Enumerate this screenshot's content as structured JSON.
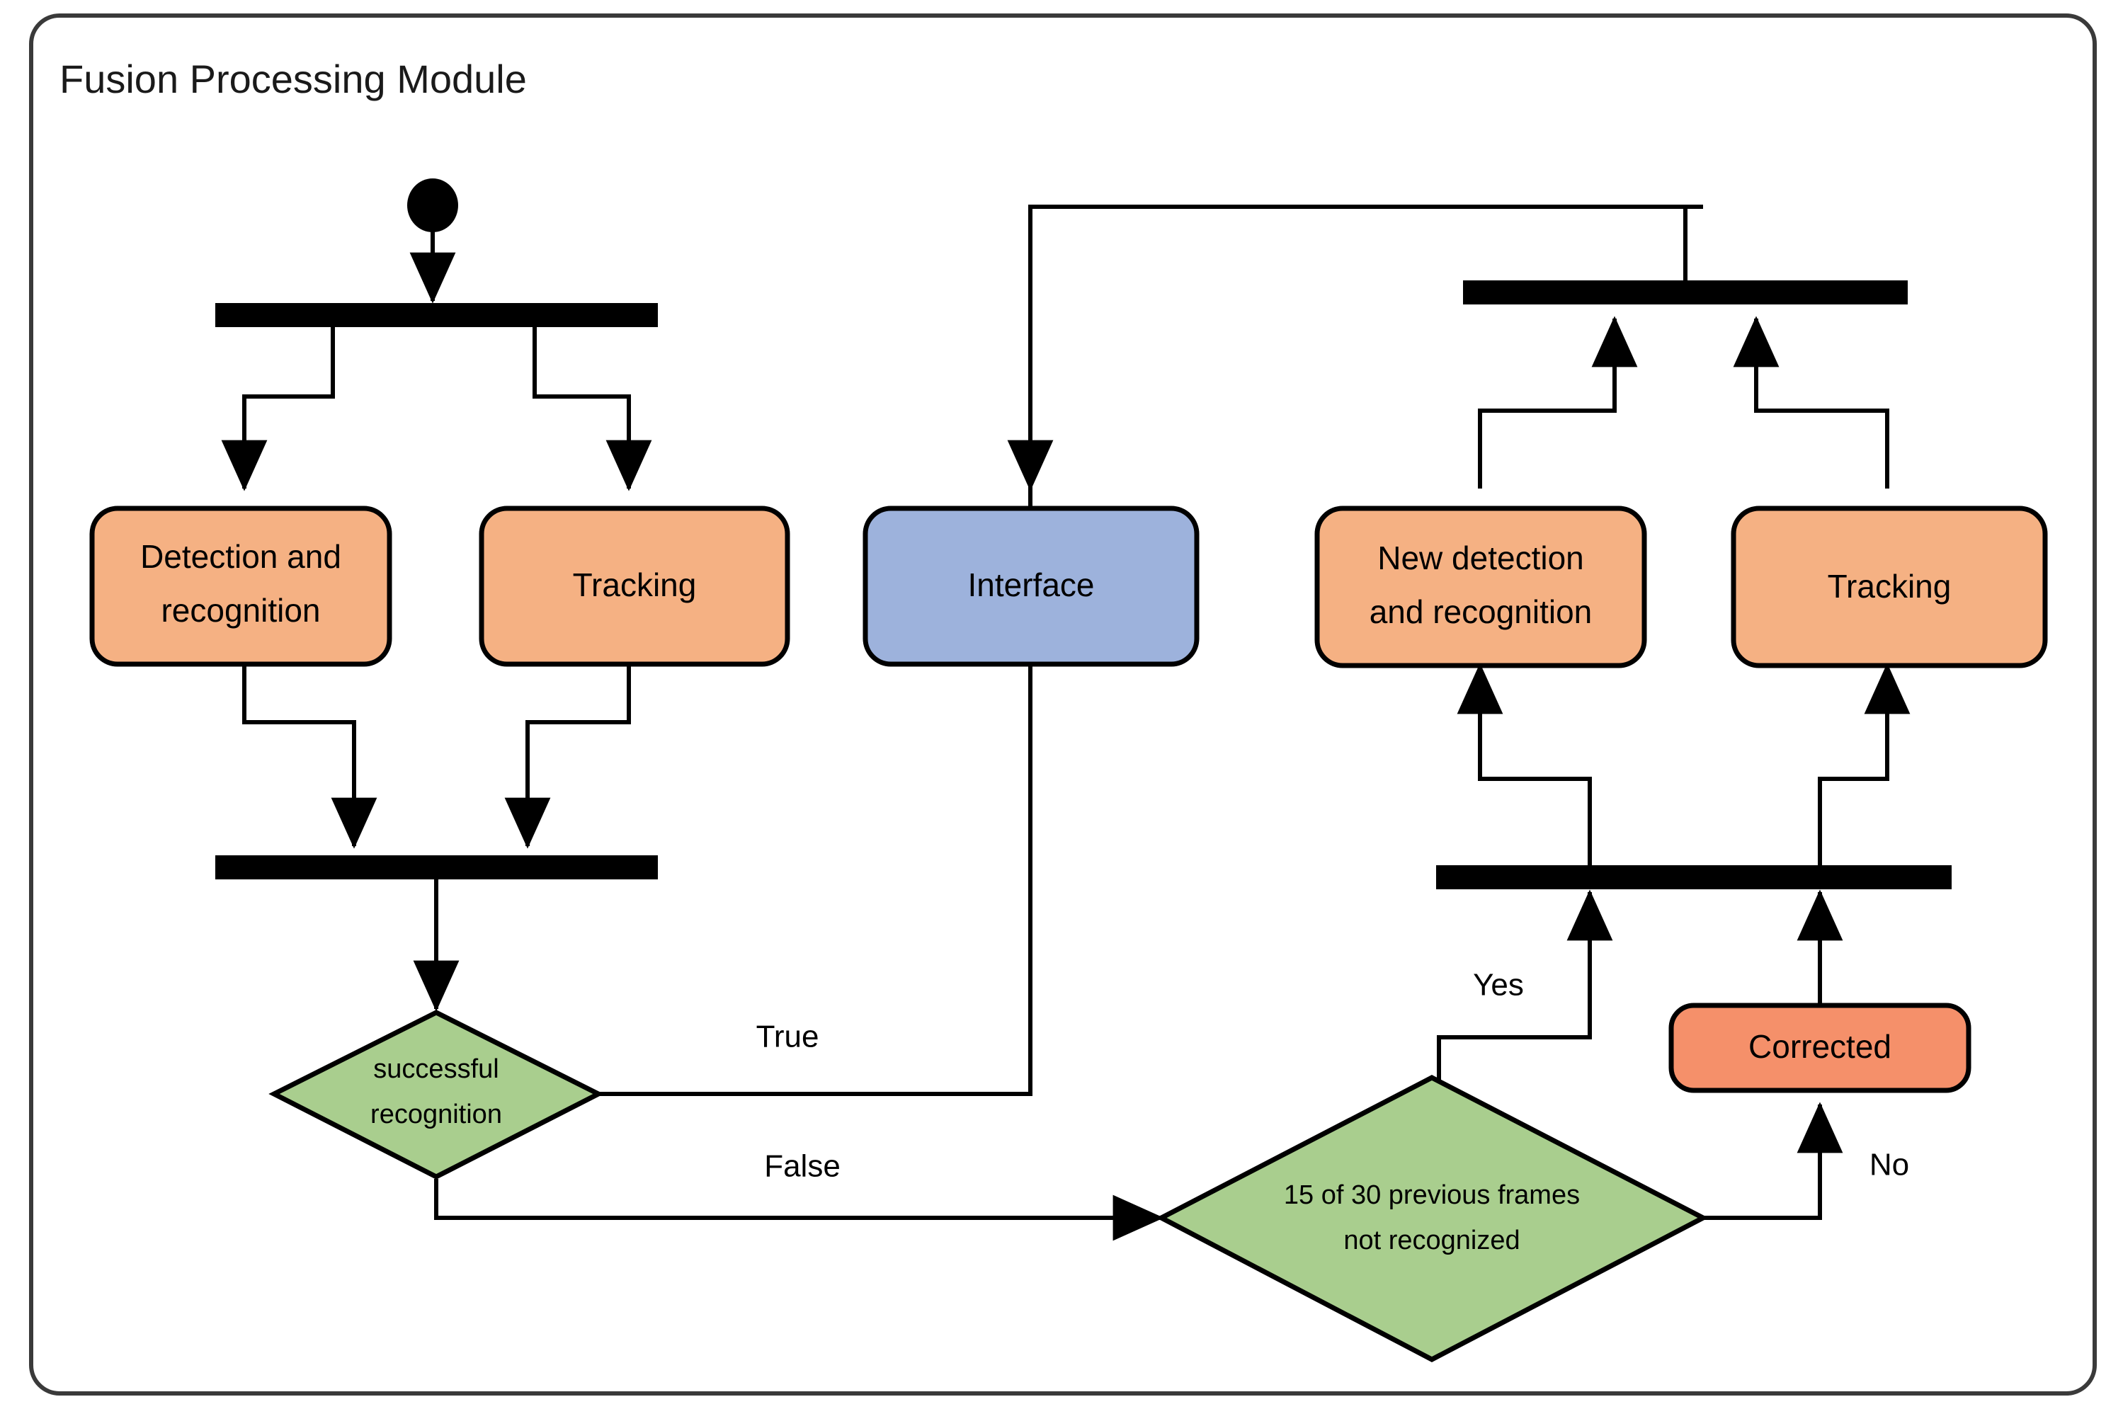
{
  "diagram": {
    "title": "Fusion Processing Module",
    "type": "uml-activity-diagram",
    "colors": {
      "frame_border": "#3a3a3a",
      "background": "#ffffff",
      "activity_orange": "#F5B183",
      "activity_blue": "#9DB2DC",
      "activity_salmon": "#F5906A",
      "decision_green": "#A9CE8E",
      "bar_black": "#000000",
      "stroke": "#000000"
    },
    "nodes": {
      "start": {
        "kind": "initial-node",
        "label": ""
      },
      "fork_top_left": {
        "kind": "fork-bar",
        "label": ""
      },
      "detection_and_recognition": {
        "kind": "activity",
        "label": "Detection and\nrecognition",
        "line1": "Detection and",
        "line2": "recognition",
        "color": "activity_orange"
      },
      "tracking_left": {
        "kind": "activity",
        "label": "Tracking",
        "color": "activity_orange"
      },
      "join_left": {
        "kind": "join-bar",
        "label": ""
      },
      "successful_recognition": {
        "kind": "decision",
        "label": "successful\nrecognition",
        "line1": "successful",
        "line2": "recognition",
        "color": "decision_green"
      },
      "interface": {
        "kind": "activity",
        "label": "Interface",
        "color": "activity_blue"
      },
      "frames_not_recognized": {
        "kind": "decision",
        "label": "15 of 30 previous frames\nnot recognized",
        "line1": "15 of 30 previous frames",
        "line2": "not recognized",
        "color": "decision_green"
      },
      "corrected": {
        "kind": "activity",
        "label": "Corrected",
        "color": "activity_salmon"
      },
      "fork_bottom_right": {
        "kind": "fork-bar",
        "label": ""
      },
      "new_detection_and_recognition": {
        "kind": "activity",
        "label": "New detection\nand recognition",
        "line1": "New detection",
        "line2": "and recognition",
        "color": "activity_orange"
      },
      "tracking_right": {
        "kind": "activity",
        "label": "Tracking",
        "color": "activity_orange"
      },
      "join_top_right": {
        "kind": "join-bar",
        "label": ""
      }
    },
    "edge_labels": {
      "true": "True",
      "false": "False",
      "yes": "Yes",
      "no": "No"
    },
    "edges": [
      {
        "from": "start",
        "to": "fork_top_left",
        "label": ""
      },
      {
        "from": "fork_top_left",
        "to": "detection_and_recognition",
        "label": ""
      },
      {
        "from": "fork_top_left",
        "to": "tracking_left",
        "label": ""
      },
      {
        "from": "detection_and_recognition",
        "to": "join_left",
        "label": ""
      },
      {
        "from": "tracking_left",
        "to": "join_left",
        "label": ""
      },
      {
        "from": "join_left",
        "to": "successful_recognition",
        "label": ""
      },
      {
        "from": "successful_recognition",
        "to": "interface",
        "label": "True"
      },
      {
        "from": "successful_recognition",
        "to": "frames_not_recognized",
        "label": "False"
      },
      {
        "from": "frames_not_recognized",
        "to": "fork_bottom_right",
        "label": "Yes"
      },
      {
        "from": "frames_not_recognized",
        "to": "corrected",
        "label": "No"
      },
      {
        "from": "corrected",
        "to": "fork_bottom_right",
        "label": ""
      },
      {
        "from": "fork_bottom_right",
        "to": "new_detection_and_recognition",
        "label": ""
      },
      {
        "from": "fork_bottom_right",
        "to": "tracking_right",
        "label": ""
      },
      {
        "from": "new_detection_and_recognition",
        "to": "join_top_right",
        "label": ""
      },
      {
        "from": "tracking_right",
        "to": "join_top_right",
        "label": ""
      },
      {
        "from": "join_top_right",
        "to": "interface",
        "label": ""
      }
    ]
  }
}
